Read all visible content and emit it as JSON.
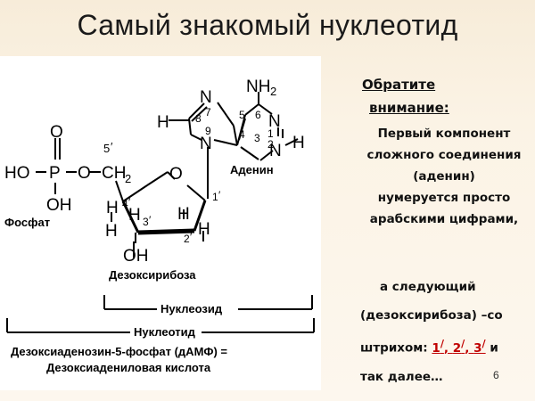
{
  "slide": {
    "title": "Самый знакомый нуклеотид",
    "page_number": "6"
  },
  "figure": {
    "atoms": {
      "amino": "NH",
      "amino_sub": "2",
      "N7": "N",
      "N1": "N",
      "N3": "N",
      "N9": "N",
      "H8": "H",
      "H2": "H",
      "ring_numbers": [
        "8",
        "7",
        "9",
        "5",
        "6",
        "4",
        "1",
        "3",
        "2"
      ],
      "P": "P",
      "O_top": "O",
      "HO": "HO",
      "O_link": "O",
      "CH2": "CH",
      "CH2_sub": "2",
      "OH_phosphate": "OH",
      "O_ring": "O",
      "H_a": "H",
      "H_b": "H",
      "H_c": "H",
      "H_d": "H",
      "OH_sugar": "OH",
      "H_sugar": "H",
      "prime_5": "5",
      "prime_4": "4",
      "prime_3": "3",
      "prime_2": "2",
      "prime_1": "1",
      "prime_mark": "′"
    },
    "labels": {
      "adenine": "Аденин",
      "phosphate": "Фосфат",
      "deoxyribose": "Дезоксирибоза",
      "nucleoside": "Нуклеозид",
      "nucleotide": "Нуклеотид",
      "caption_line1": "Дезоксиаденозин-5-фосфат (дАМФ) =",
      "caption_line2": "Дезоксиадениловая кислота"
    }
  },
  "notes": {
    "heading_line1": "Обратите",
    "heading_line2": "внимание:",
    "para1": [
      "Первый компонент",
      "сложного соединения",
      "(аденин)",
      "нумеруется просто",
      "арабскими цифрами,"
    ],
    "para2_line1": "а следующий",
    "para2_line2": "(дезоксирибоза) –со",
    "para2_line3_prefix": "штрихом: ",
    "para2_primes": [
      {
        "num": "1",
        "sup": "/"
      },
      {
        "num": "2",
        "sup": "/"
      },
      {
        "num": "3",
        "sup": "/"
      }
    ],
    "para2_sep": ", ",
    "para2_line3_suffix": " и",
    "para2_line4": "так далее…"
  },
  "colors": {
    "accent_red": "#c00000",
    "background": "#f7ecd9"
  }
}
